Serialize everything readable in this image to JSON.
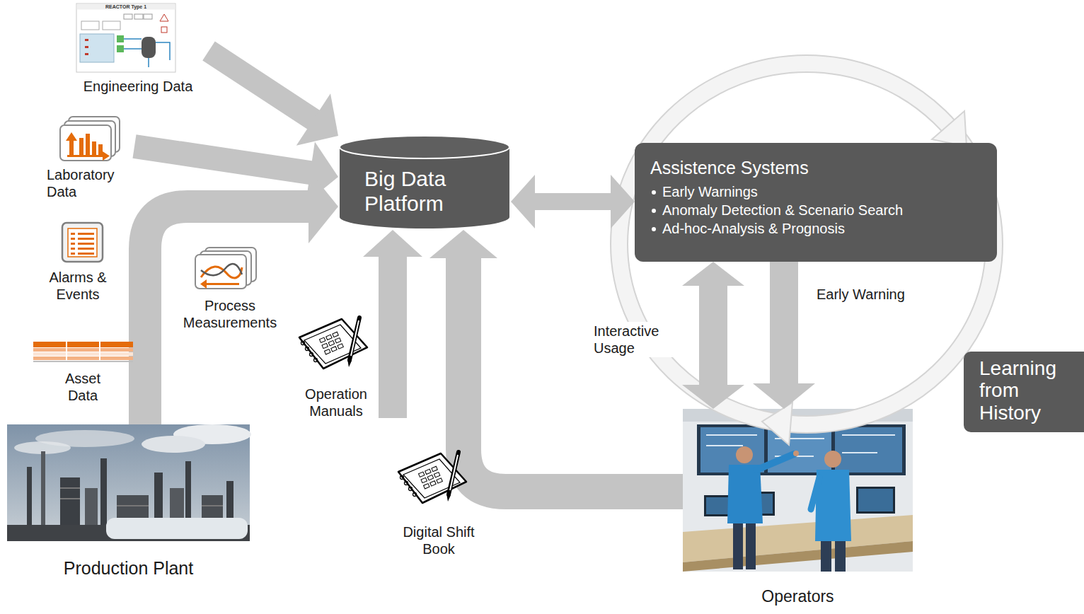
{
  "diagram": {
    "nodes": [
      {
        "text": [
          "Engineering Data"
        ]
      },
      {
        "text": [
          "Laboratory Data"
        ]
      },
      {
        "text": [
          "Alarms & Events"
        ]
      },
      {
        "text": [
          "Asset Data"
        ]
      },
      {
        "text": [
          "Process Measurements"
        ]
      },
      {
        "text": [
          "Production Plant"
        ]
      },
      {
        "text": [
          "Big Data Platform"
        ]
      },
      {
        "text": [
          "Operation Manuals"
        ]
      },
      {
        "text": [
          "Digital Shift Book"
        ]
      },
      {
        "text": [
          "Assistence Systems",
          "Early Warnings",
          "Anomaly Detection & Scenario Search",
          "Ad-hoc-Analysis & Prognosis"
        ]
      },
      {
        "text": [
          "Operators"
        ]
      },
      {
        "text": [
          "Learning from History"
        ]
      }
    ],
    "edges": [
      {
        "from": 0,
        "to": 6,
        "arrow": "to"
      },
      {
        "from": 1,
        "to": 6,
        "arrow": "to"
      },
      {
        "from": 5,
        "to": 6,
        "arrow": "to"
      },
      {
        "from": 7,
        "to": 6,
        "arrow": "to"
      },
      {
        "from": 10,
        "to": 6,
        "arrow": "to"
      },
      {
        "from": 6,
        "to": 9,
        "arrow": "both"
      },
      {
        "from": 9,
        "to": 10,
        "label": "Interactive Usage",
        "arrow": "both"
      },
      {
        "from": 9,
        "to": 10,
        "label": "Early Warning",
        "arrow": "to"
      }
    ],
    "labels": [
      "REACTOR Type 1"
    ]
  }
}
